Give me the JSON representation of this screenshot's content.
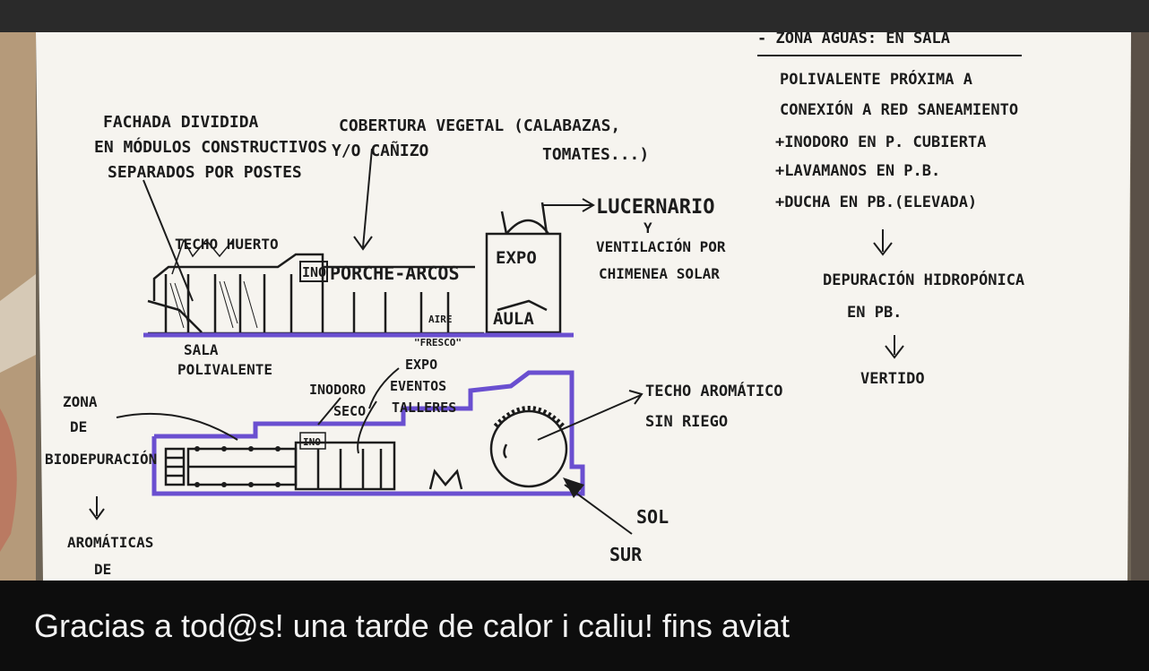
{
  "caption": "Gracias a tod@s! una tarde de calor i caliu! fins aviat",
  "sketch": {
    "fachada": [
      "FACHADA DIVIDIDA",
      "EN MÓDULOS CONSTRUCTIVOS",
      "SEPARADOS POR POSTES"
    ],
    "cobertura": [
      "COBERTURA VEGETAL (CALABAZAS,",
      "Y/O CAÑIZO",
      "TOMATES...)"
    ],
    "lucernario": [
      "LUCERNARIO",
      "Y",
      "VENTILACIÓN POR",
      "CHIMENEA SOLAR"
    ],
    "zona_aguas": [
      "- ZONA AGUAS: EN SALA",
      "POLIVALENTE PRÓXIMA A",
      "CONEXIÓN A RED SANEAMIENTO",
      "+INODORO EN P. CUBIERTA",
      "+LAVAMANOS EN P.B.",
      "+DUCHA EN PB.(ELEVADA)"
    ],
    "depuracion": [
      "DEPURACIÓN HIDROPÓNICA",
      "EN PB."
    ],
    "vertido": "VERTIDO",
    "techo_huerto": "TECHO HUERTO",
    "ino": "INO",
    "porche": "PORCHE-ARCOS",
    "expo_top": "EXPO",
    "aula": "AULA",
    "aire": [
      "AIRE",
      "\"FRESCO\""
    ],
    "sala": [
      "SALA",
      "POLIVALENTE"
    ],
    "expo_eventos": [
      "EXPO",
      "EVENTOS",
      "TALLERES"
    ],
    "inodoro": [
      "INODORO",
      "SECO"
    ],
    "zona_bio": [
      "ZONA",
      "DE",
      "BIODEPURACIÓN"
    ],
    "aromaticas": [
      "AROMÁTICAS",
      "DE"
    ],
    "techo_aromatico": [
      "TECHO AROMÁTICO",
      "SIN RIEGO"
    ],
    "ino_plan": "INO",
    "sol": "SOL",
    "sur": "SUR",
    "colors": {
      "paper": "#f6f4ef",
      "ink": "#1c1c1c",
      "marker": "#6a4fd0",
      "caption_bg": "#0d0d0d",
      "caption_text": "#f2f2f2"
    }
  }
}
